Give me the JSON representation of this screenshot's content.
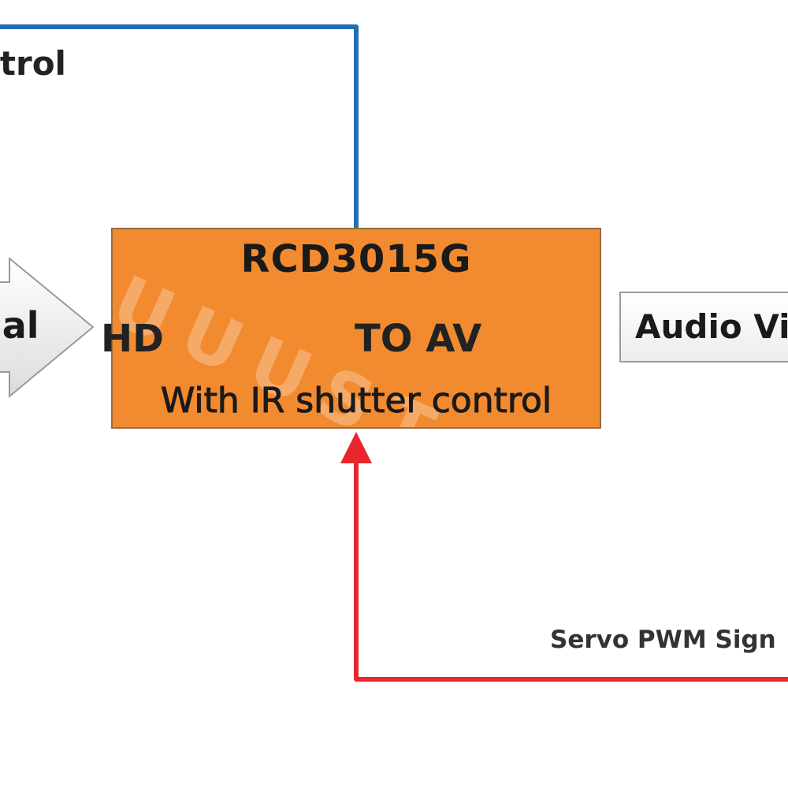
{
  "colors": {
    "control_line": "#1f6fb4",
    "pwm_line": "#e8262d",
    "main_box_fill": "#f28a2f",
    "input_arrow_fill": "#f2f2f2"
  },
  "labels": {
    "top_left_partial": "ntrol",
    "input_partial": "nal",
    "output_partial": "Audio Vi",
    "servo_partial": "Servo PWM Sign"
  },
  "main_box": {
    "model": "RCD3015G",
    "line1_left": "HD",
    "line1_right": "TO AV",
    "line2": "With IR shutter control"
  },
  "watermark": "UUUSTORE.com"
}
